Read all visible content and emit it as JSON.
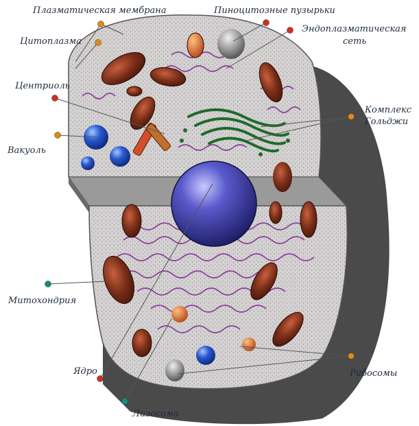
{
  "labels": {
    "plasma_membrane": "Плазматическая мембрана",
    "pinocytic_vesicles": "Пиноцитозные пузырьки",
    "cytoplasm": "Цитоплазма",
    "er_line1": "Эндоплазматическая",
    "er_line2": "сеть",
    "centriole": "Центриоль",
    "golgi_line1": "Комплекс",
    "golgi_line2": "Гольджи",
    "vacuole": "Вакуоль",
    "mitochondria": "Митохондрия",
    "nucleus": "Ядро",
    "ribosomes": "Рибосомы",
    "lysosome": "Лизосома"
  },
  "colors": {
    "cytoplasm": "#cfcfcf",
    "shadow": "#4a4a4a",
    "mitochondrion": "#6a2a18",
    "nucleus": "#3a3aa0",
    "vacuole": "#2050b0",
    "er": "#8a3a9a",
    "golgi": "#1e6a2a",
    "lysosome": "#d06020",
    "label_text": "#1e2a3a",
    "pin_red": "#d03020",
    "pin_orange": "#e08a10",
    "pin_teal": "#109080"
  }
}
